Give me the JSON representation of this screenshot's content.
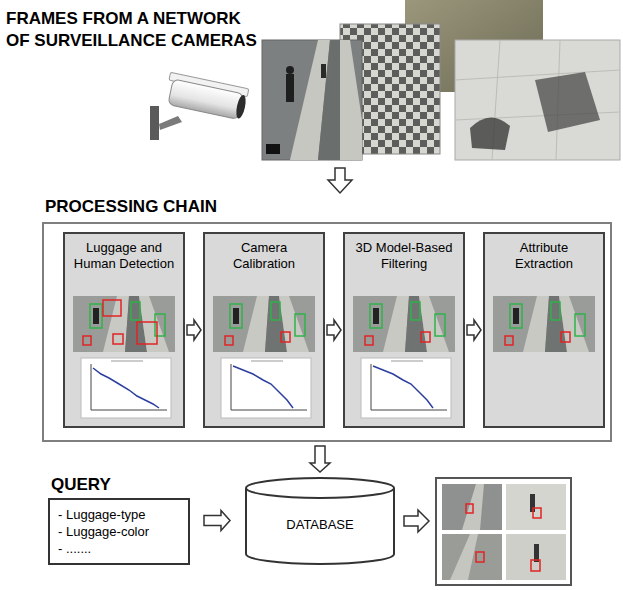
{
  "diagram": {
    "nodes": [
      {
        "text": [
          "PROCESSING CHAIN"
        ]
      },
      {
        "text": [
          "Luggage and Human Detection"
        ],
        "in": 0
      },
      {
        "text": [
          "Camera Calibration"
        ],
        "in": 0
      },
      {
        "text": [
          "3D Model-Based Filtering"
        ],
        "in": 0
      },
      {
        "text": [
          "Attribute Extraction"
        ],
        "in": 0
      },
      {
        "text": [
          "QUERY",
          "- Luggage-type",
          "- Luggage-color",
          "- ......."
        ]
      },
      {
        "text": [
          "DATABASE"
        ]
      }
    ],
    "edges": [
      {
        "from": 1,
        "to": 2,
        "arrow": "to"
      },
      {
        "from": 2,
        "to": 3,
        "arrow": "to"
      },
      {
        "from": 3,
        "to": 4,
        "arrow": "to"
      },
      {
        "from": 0,
        "to": 6,
        "arrow": "to"
      },
      {
        "from": 5,
        "to": 6,
        "arrow": "to"
      }
    ],
    "labels": [
      "FRAMES FROM A NETWORK OF SURVEILLANCE CAMERAS"
    ]
  }
}
